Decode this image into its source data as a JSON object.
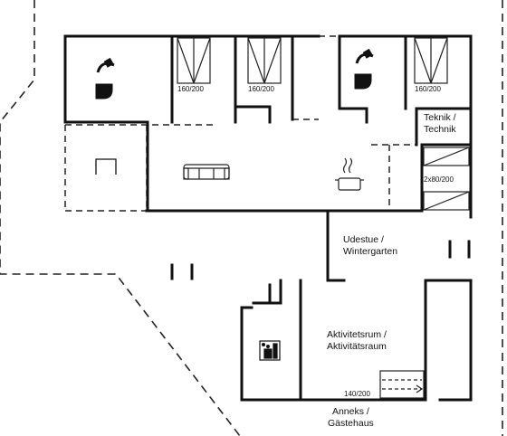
{
  "rooms": {
    "technik": [
      "Teknik /",
      "Technik"
    ],
    "udestue": [
      "Udestue /",
      "Wintergarten"
    ],
    "aktivitet": [
      "Aktivitetsrum /",
      "Aktivitätsraum"
    ],
    "anneks": [
      "Anneks /",
      "Gästehaus"
    ]
  },
  "beds": {
    "bed1": "160/200",
    "bed2": "160/200",
    "bed3": "160/200",
    "bunk": "2x80/200",
    "annex_bed": "140/200"
  },
  "icons": [
    "shower-toilet-icon",
    "bed-icon",
    "sofa-icon",
    "cooking-pot-icon",
    "fireplace-icon",
    "sauna-icon"
  ]
}
